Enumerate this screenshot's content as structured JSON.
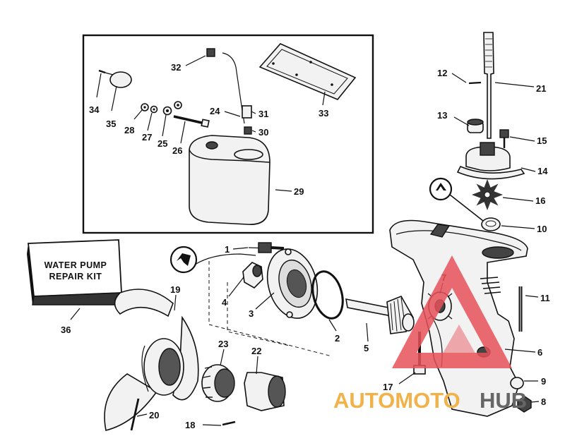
{
  "kit_label": {
    "line1": "WATER PUMP",
    "line2": "REPAIR KIT"
  },
  "watermark": {
    "part1": "AUTOMOTO",
    "part2": "HUB",
    "color_red": "#e8525a",
    "color_yellow": "#f2b24a",
    "color_gray": "#666666"
  },
  "callouts": [
    {
      "id": "34",
      "label": "34"
    },
    {
      "id": "35",
      "label": "35"
    },
    {
      "id": "32",
      "label": "32"
    },
    {
      "id": "28",
      "label": "28"
    },
    {
      "id": "27",
      "label": "27"
    },
    {
      "id": "25",
      "label": "25"
    },
    {
      "id": "26",
      "label": "26"
    },
    {
      "id": "24",
      "label": "24"
    },
    {
      "id": "31",
      "label": "31"
    },
    {
      "id": "30",
      "label": "30"
    },
    {
      "id": "33",
      "label": "33"
    },
    {
      "id": "29",
      "label": "29"
    },
    {
      "id": "12",
      "label": "12"
    },
    {
      "id": "21",
      "label": "21"
    },
    {
      "id": "13",
      "label": "13"
    },
    {
      "id": "15",
      "label": "15"
    },
    {
      "id": "14",
      "label": "14"
    },
    {
      "id": "16",
      "label": "16"
    },
    {
      "id": "10",
      "label": "10"
    },
    {
      "id": "1",
      "label": "1"
    },
    {
      "id": "4",
      "label": "4"
    },
    {
      "id": "3",
      "label": "3"
    },
    {
      "id": "2",
      "label": "2"
    },
    {
      "id": "7",
      "label": "7"
    },
    {
      "id": "11",
      "label": "11"
    },
    {
      "id": "5",
      "label": "5"
    },
    {
      "id": "6",
      "label": "6"
    },
    {
      "id": "19",
      "label": "19"
    },
    {
      "id": "36",
      "label": "36"
    },
    {
      "id": "23",
      "label": "23"
    },
    {
      "id": "22",
      "label": "22"
    },
    {
      "id": "17",
      "label": "17"
    },
    {
      "id": "9",
      "label": "9"
    },
    {
      "id": "8",
      "label": "8"
    },
    {
      "id": "20",
      "label": "20"
    },
    {
      "id": "18",
      "label": "18"
    }
  ]
}
